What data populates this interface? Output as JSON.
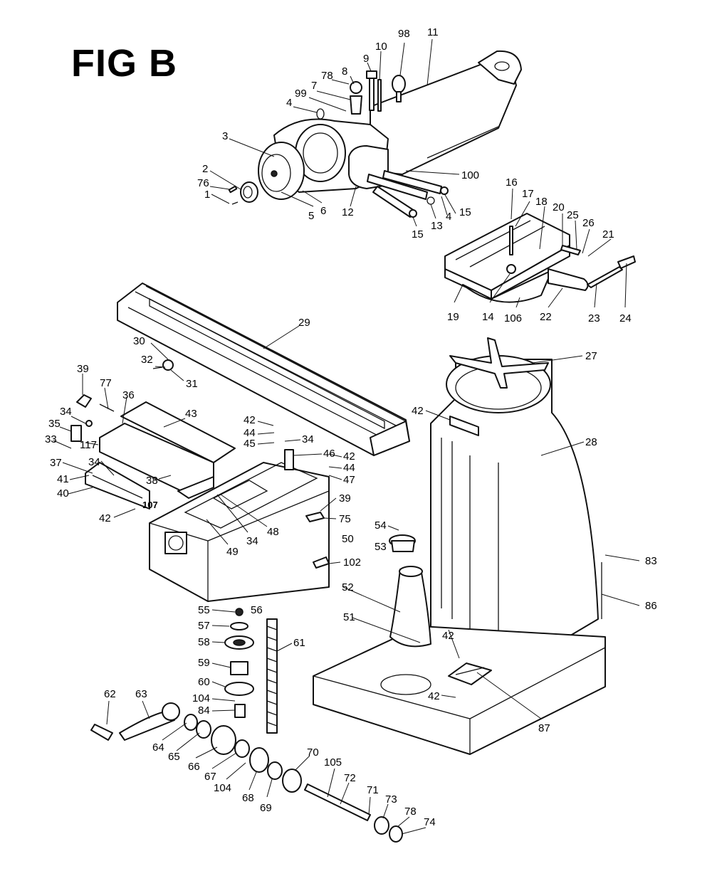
{
  "figure": {
    "title": "FIG B"
  },
  "callouts": [
    {
      "label": "98"
    },
    {
      "label": "11"
    },
    {
      "label": "10"
    },
    {
      "label": "9"
    },
    {
      "label": "8"
    },
    {
      "label": "78"
    },
    {
      "label": "7"
    },
    {
      "label": "99"
    },
    {
      "label": "4"
    },
    {
      "label": "3"
    },
    {
      "label": "2"
    },
    {
      "label": "76"
    },
    {
      "label": "1"
    },
    {
      "label": "5"
    },
    {
      "label": "6"
    },
    {
      "label": "12"
    },
    {
      "label": "15"
    },
    {
      "label": "13"
    },
    {
      "label": "4"
    },
    {
      "label": "15"
    },
    {
      "label": "100"
    },
    {
      "label": "16"
    },
    {
      "label": "17"
    },
    {
      "label": "18"
    },
    {
      "label": "20"
    },
    {
      "label": "25"
    },
    {
      "label": "26"
    },
    {
      "label": "21"
    },
    {
      "label": "19"
    },
    {
      "label": "14"
    },
    {
      "label": "106"
    },
    {
      "label": "22"
    },
    {
      "label": "23"
    },
    {
      "label": "24"
    },
    {
      "label": "29"
    },
    {
      "label": "30"
    },
    {
      "label": "32"
    },
    {
      "label": "31"
    },
    {
      "label": "27"
    },
    {
      "label": "39"
    },
    {
      "label": "77"
    },
    {
      "label": "36"
    },
    {
      "label": "43"
    },
    {
      "label": "34"
    },
    {
      "label": "35"
    },
    {
      "label": "33"
    },
    {
      "label": "117"
    },
    {
      "label": "37"
    },
    {
      "label": "34"
    },
    {
      "label": "41"
    },
    {
      "label": "40"
    },
    {
      "label": "38"
    },
    {
      "label": "107"
    },
    {
      "label": "42"
    },
    {
      "label": "42"
    },
    {
      "label": "44"
    },
    {
      "label": "45"
    },
    {
      "label": "34"
    },
    {
      "label": "46"
    },
    {
      "label": "42"
    },
    {
      "label": "44"
    },
    {
      "label": "47"
    },
    {
      "label": "42"
    },
    {
      "label": "28"
    },
    {
      "label": "48"
    },
    {
      "label": "34"
    },
    {
      "label": "49"
    },
    {
      "label": "39"
    },
    {
      "label": "75"
    },
    {
      "label": "50"
    },
    {
      "label": "102"
    },
    {
      "label": "54"
    },
    {
      "label": "53"
    },
    {
      "label": "83"
    },
    {
      "label": "86"
    },
    {
      "label": "52"
    },
    {
      "label": "51"
    },
    {
      "label": "55"
    },
    {
      "label": "56"
    },
    {
      "label": "57"
    },
    {
      "label": "58"
    },
    {
      "label": "61"
    },
    {
      "label": "59"
    },
    {
      "label": "60"
    },
    {
      "label": "104"
    },
    {
      "label": "84"
    },
    {
      "label": "62"
    },
    {
      "label": "63"
    },
    {
      "label": "64"
    },
    {
      "label": "65"
    },
    {
      "label": "66"
    },
    {
      "label": "67"
    },
    {
      "label": "104"
    },
    {
      "label": "68"
    },
    {
      "label": "69"
    },
    {
      "label": "70"
    },
    {
      "label": "105"
    },
    {
      "label": "72"
    },
    {
      "label": "71"
    },
    {
      "label": "73"
    },
    {
      "label": "78"
    },
    {
      "label": "74"
    },
    {
      "label": "42"
    },
    {
      "label": "42"
    },
    {
      "label": "87"
    }
  ]
}
